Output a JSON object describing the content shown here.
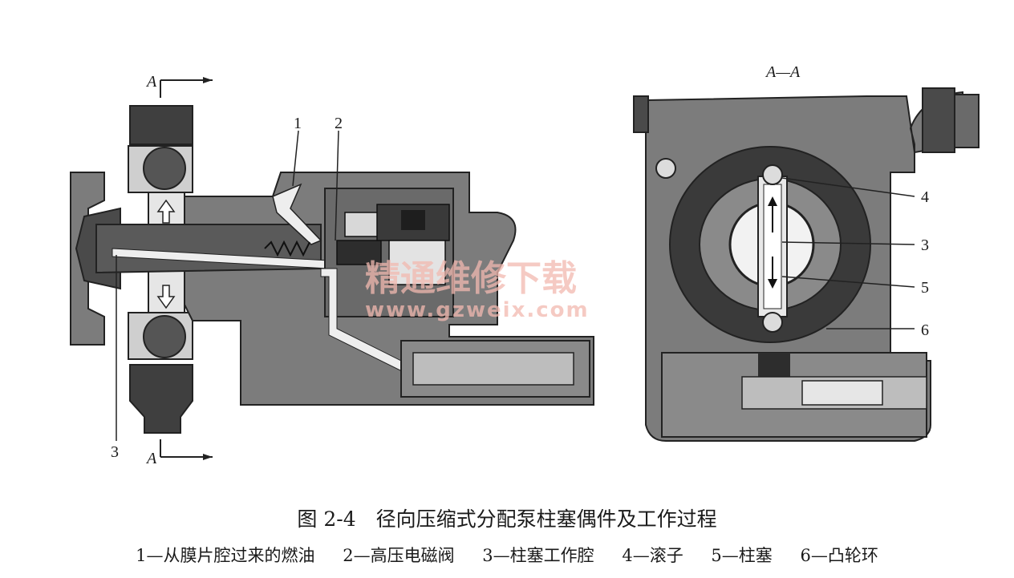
{
  "figure": {
    "section_marks": {
      "top": "A",
      "bottom": "A",
      "view_title": "A—A"
    },
    "left_labels": [
      "1",
      "2",
      "3"
    ],
    "right_labels": [
      "4",
      "3",
      "5",
      "6"
    ]
  },
  "watermark": {
    "title": "精通维修下载",
    "url": "www.gzweix.com"
  },
  "caption": {
    "title": "图 2-4　径向压缩式分配泵柱塞偶件及工作过程",
    "legend": [
      "1—从膜片腔过来的燃油",
      "2—高压电磁阀",
      "3—柱塞工作腔",
      "4—滚子",
      "5—柱塞",
      "6—凸轮环"
    ]
  },
  "colors": {
    "housing": "#7c7c7c",
    "dark": "#3a3a3a",
    "light": "#dcdcdc",
    "watermark": "#f2b9b0"
  }
}
